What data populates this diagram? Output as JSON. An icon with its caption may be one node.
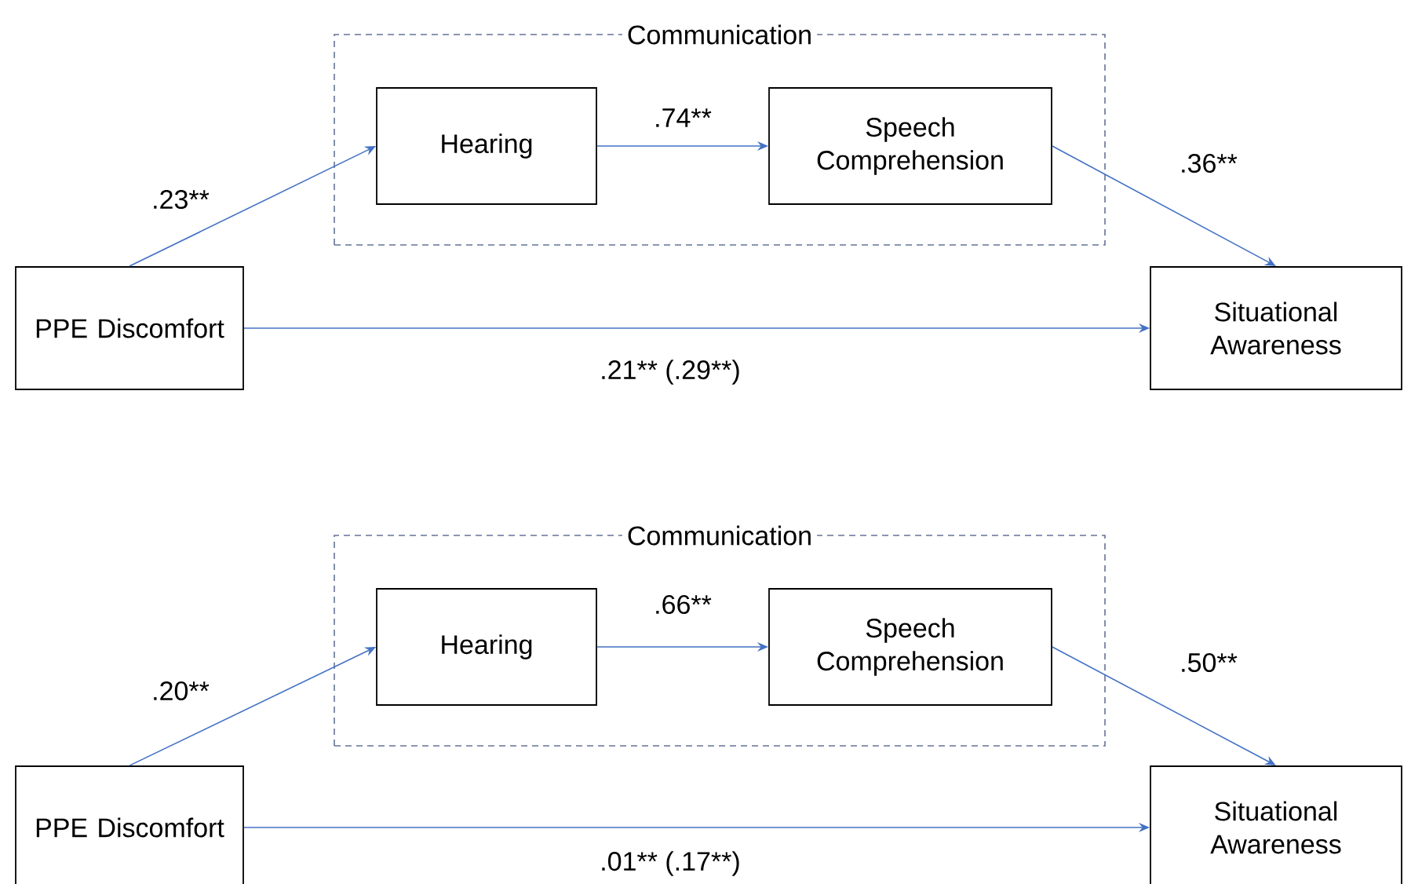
{
  "diagram": {
    "nodes": [
      {
        "text": [
          "Communication"
        ]
      },
      {
        "text": [
          "Hearing"
        ],
        "in": 0
      },
      {
        "text": [
          "Speech Comprehension"
        ],
        "in": 0
      },
      {
        "text": [
          "PPE Discomfort"
        ]
      },
      {
        "text": [
          "Situational Awareness"
        ]
      },
      {
        "text": [
          "Communication"
        ]
      },
      {
        "text": [
          "Hearing"
        ],
        "in": 5
      },
      {
        "text": [
          "Speech Comprehension"
        ],
        "in": 5
      },
      {
        "text": [
          "PPE Discomfort"
        ]
      },
      {
        "text": [
          "Situational Awareness"
        ]
      }
    ],
    "edges": [
      {
        "from": 3,
        "to": 1,
        "arrow": "to",
        "label": ".23**"
      },
      {
        "from": 1,
        "to": 2,
        "arrow": "to",
        "label": ".74**"
      },
      {
        "from": 2,
        "to": 4,
        "arrow": "to",
        "label": ".36**"
      },
      {
        "from": 3,
        "to": 4,
        "arrow": "to",
        "label": ".21** (.29**)"
      },
      {
        "from": 8,
        "to": 6,
        "arrow": "to",
        "label": ".20**"
      },
      {
        "from": 6,
        "to": 7,
        "arrow": "to",
        "label": ".66**"
      },
      {
        "from": 7,
        "to": 9,
        "arrow": "to",
        "label": ".50**"
      },
      {
        "from": 8,
        "to": 9,
        "arrow": "to",
        "label": ".01** (.17**)"
      }
    ]
  }
}
